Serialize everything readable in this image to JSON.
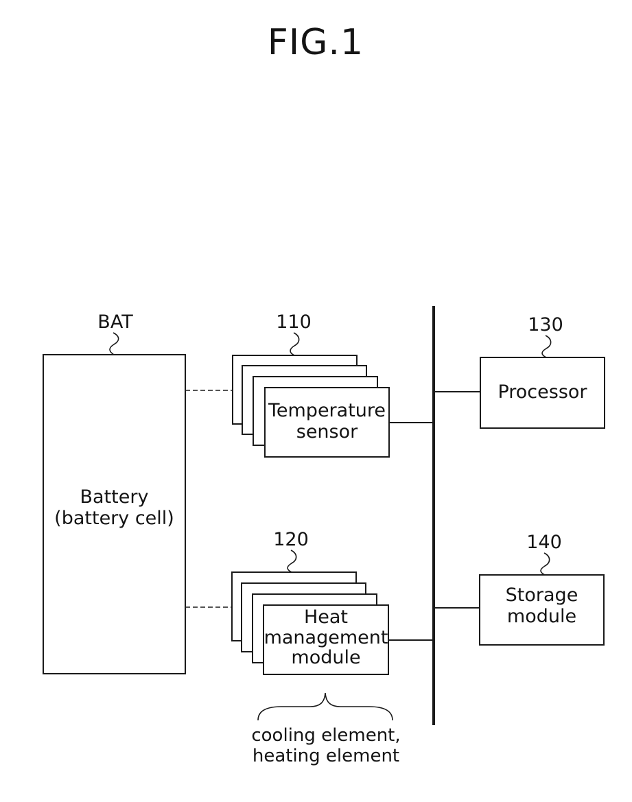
{
  "figure": {
    "title": "FIG.1"
  },
  "battery": {
    "ref": "BAT",
    "label": "Battery\n(battery cell)"
  },
  "temperature_sensor": {
    "ref": "110",
    "label": "Temperature\nsensor"
  },
  "heat_management": {
    "ref": "120",
    "label": "Heat\nmanagement\nmodule",
    "note": "cooling element,\nheating element"
  },
  "processor": {
    "ref": "130",
    "label": "Processor"
  },
  "storage": {
    "ref": "140",
    "label": "Storage\nmodule"
  },
  "colors": {
    "line": "#1a1a1a",
    "background": "#ffffff"
  }
}
